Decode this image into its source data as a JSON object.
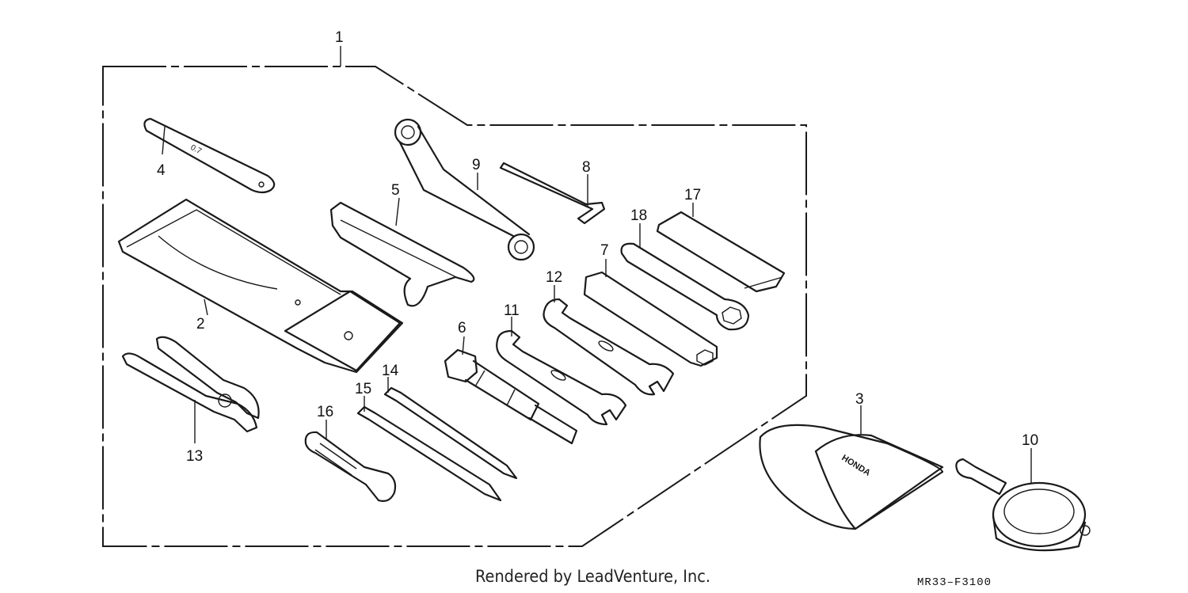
{
  "callouts": [
    "1",
    "2",
    "3",
    "4",
    "5",
    "6",
    "7",
    "8",
    "9",
    "10",
    "11",
    "12",
    "13",
    "14",
    "15",
    "16",
    "17",
    "18"
  ],
  "caption": "Rendered by LeadVenture, Inc.",
  "diagram_code": "MR33–F3100",
  "colors": {
    "ink": "#1a1a1a",
    "background": "#ffffff"
  }
}
